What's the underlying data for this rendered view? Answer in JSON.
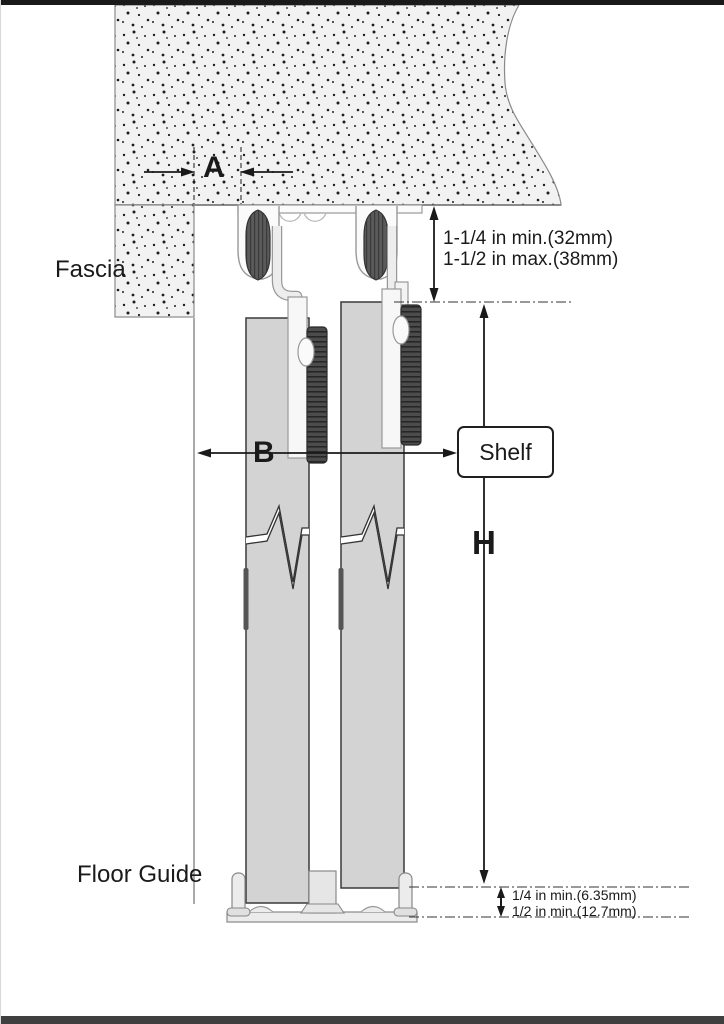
{
  "labels": {
    "fascia": "Fascia",
    "floor_guide": "Floor Guide",
    "shelf": "Shelf",
    "dim_a": "A",
    "dim_b": "B",
    "dim_h": "H"
  },
  "dimensions": {
    "track_clearance": {
      "line1": "1-1/4 in min.(32mm)",
      "line2": "1-1/2 in max.(38mm)"
    },
    "floor_clearance": {
      "line1": "1/4 in min.(6.35mm)",
      "line2": "1/2 in min.(12.7mm)"
    }
  },
  "colors": {
    "door_fill": "#d3d3d3",
    "stipple_background": "#f2f2f2",
    "hardware_dark": "#4c4c4c",
    "line": "#1a1a1a",
    "bottom_bar": "#3f3f3f"
  }
}
